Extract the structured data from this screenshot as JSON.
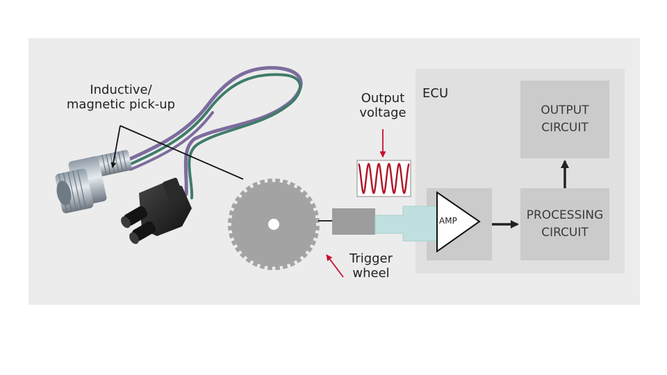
{
  "labels": {
    "pickup": "Inductive/\nmagnetic pick-up",
    "output_voltage": "Output\nvoltage",
    "trigger_wheel": "Trigger\nwheel",
    "ecu": "ECU",
    "amp": "AMP"
  },
  "boxes": {
    "output_circuit": "OUTPUT\nCIRCUIT",
    "processing_circuit": "PROCESSING\nCIRCUIT"
  },
  "colors": {
    "panel": "#ececec",
    "ecu_block": "#e0e0e0",
    "inner_box": "#cbcbcb",
    "wheel": "#a3a3a3",
    "signal": "#b01a2a",
    "accent_arrow": "#c8102e",
    "channel": "#bfe0df",
    "wire_purple": "#7d6c9e",
    "wire_green": "#3f7c6a"
  },
  "icons": [
    "sensor-icon",
    "connector-icon",
    "trigger-wheel-icon",
    "amplifier-icon",
    "sine-wave-icon"
  ]
}
